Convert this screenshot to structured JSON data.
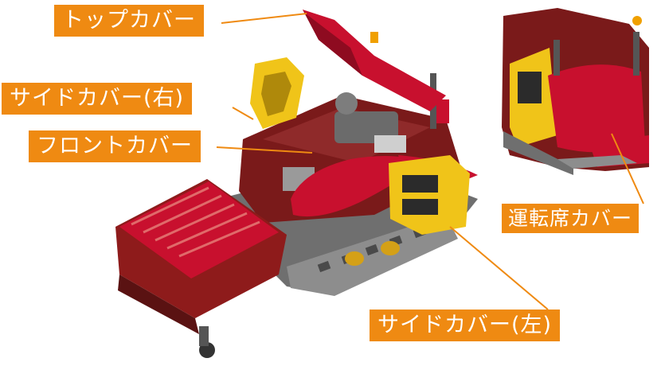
{
  "callouts": {
    "top_cover": "トップカバー",
    "side_cover_right": "サイドカバー(右)",
    "front_cover": "フロントカバー",
    "seat_cover": "運転席カバー",
    "side_cover_left": "サイドカバー(左)"
  },
  "colors": {
    "callout_bg": "#ef8a12",
    "leader_line": "#ef8a12",
    "body_red": "#c8102e",
    "frame_maroon": "#7a1a1a",
    "cover_yellow": "#f0c419",
    "track_gray": "#8a8a8a"
  }
}
